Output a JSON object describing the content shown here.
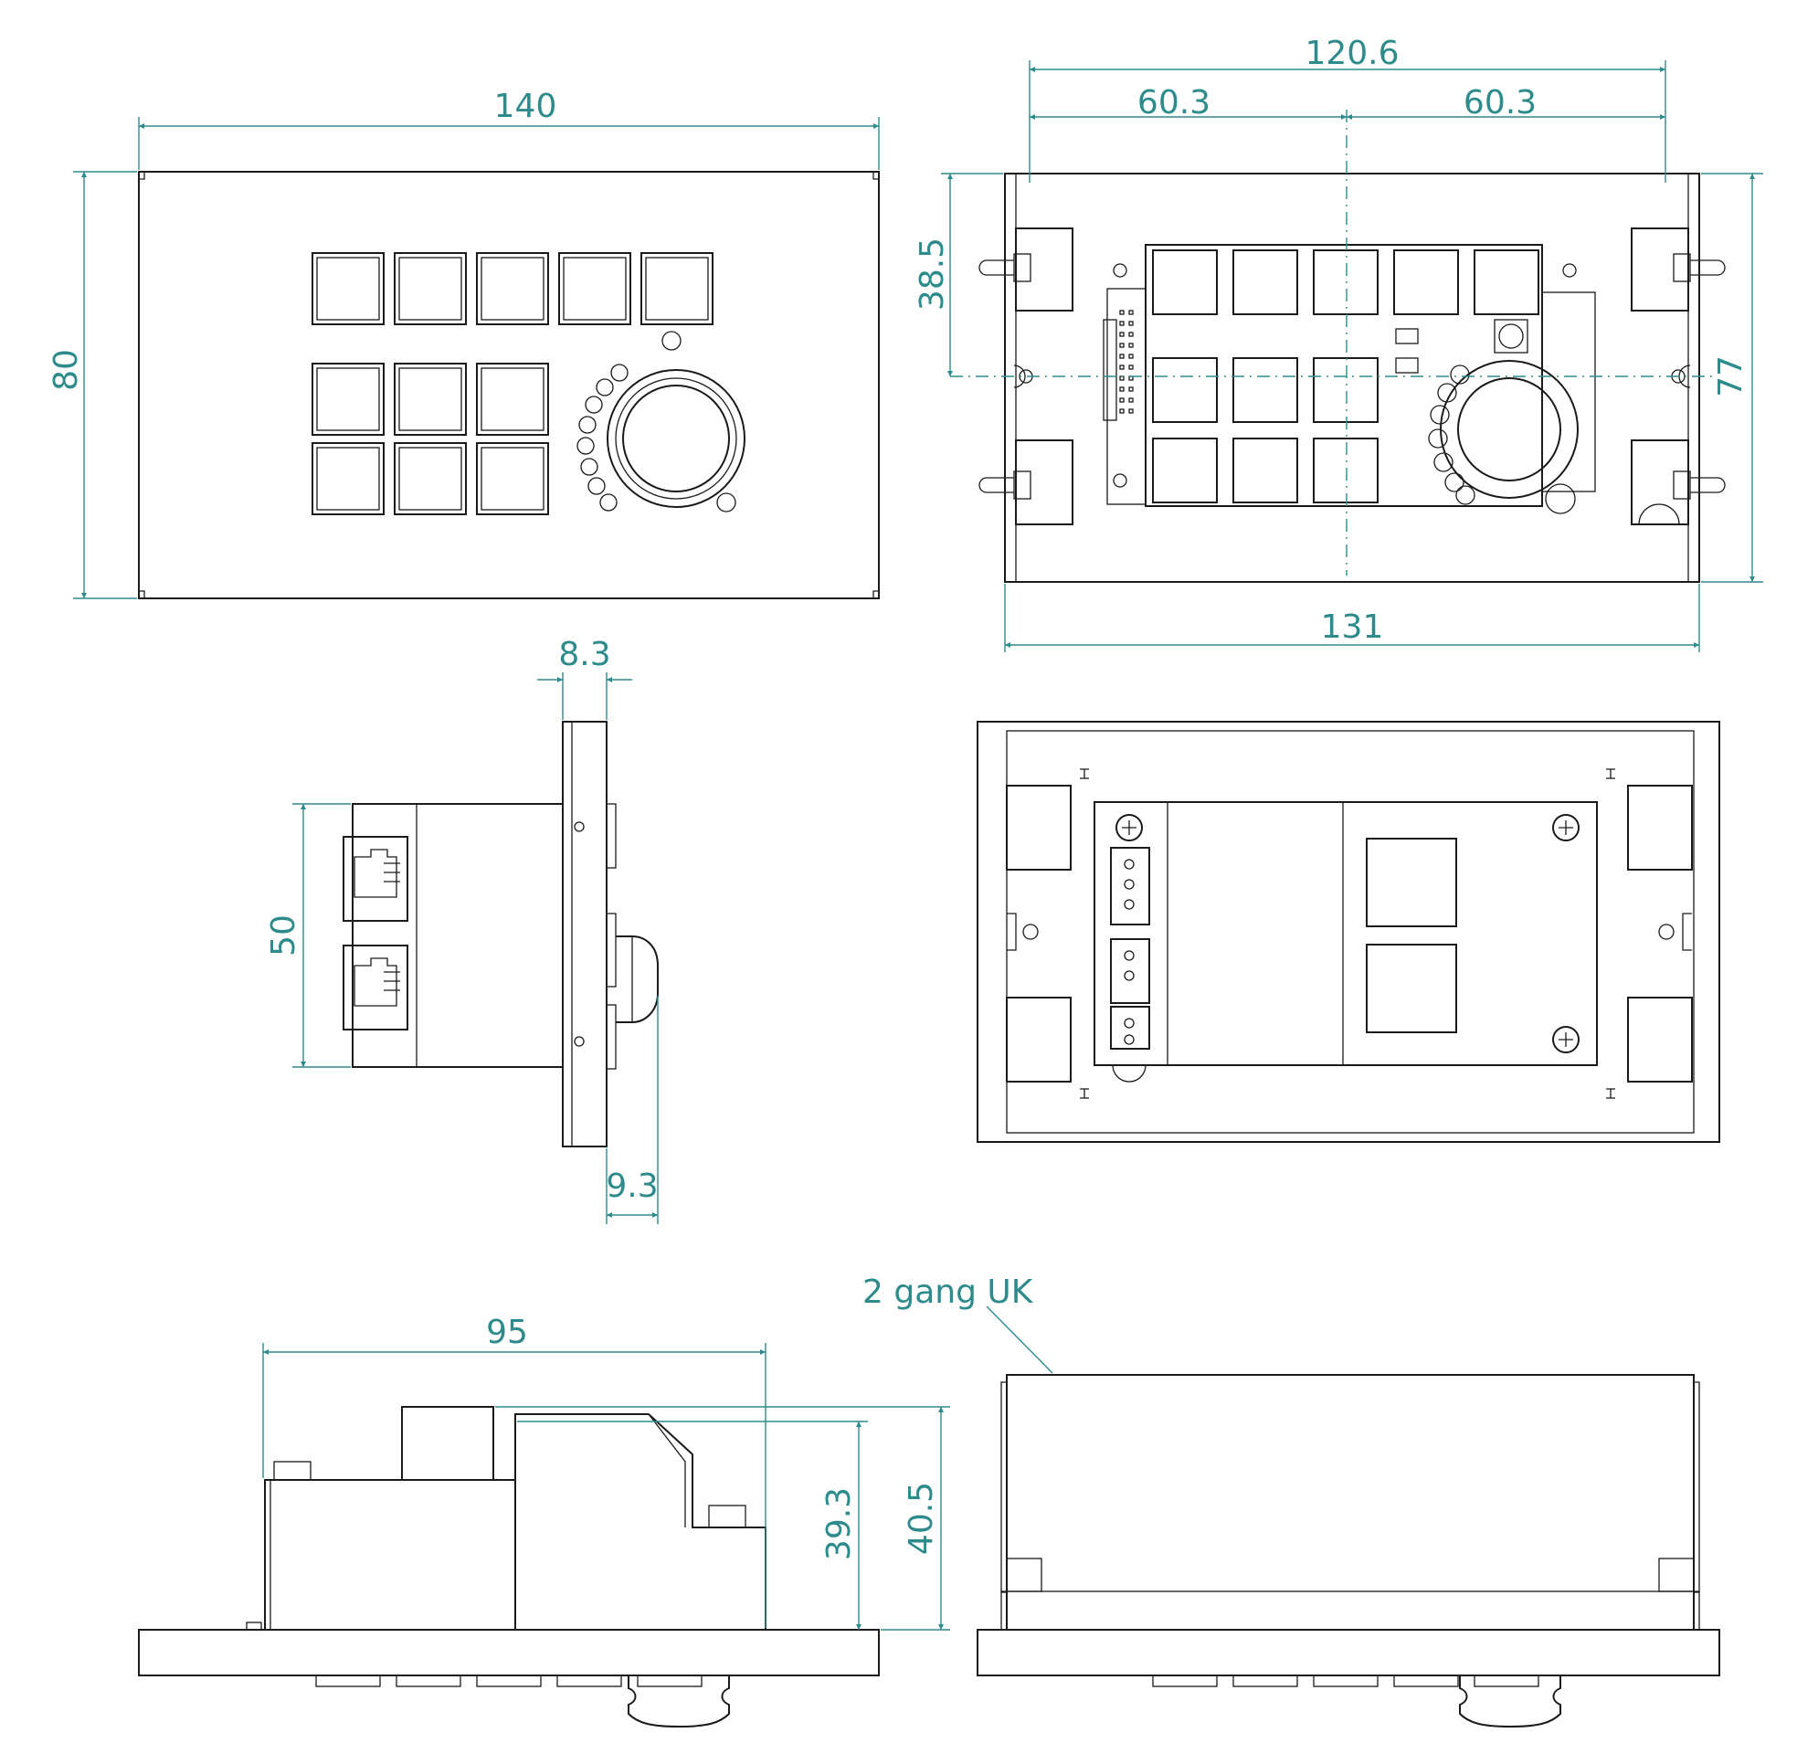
{
  "dimensions": {
    "front_width": "140",
    "front_height": "80",
    "back_overall": "120.6",
    "back_left_half": "60.3",
    "back_right_half": "60.3",
    "back_upper": "38.5",
    "back_height": "77",
    "back_width": "131",
    "side_plate": "8.3",
    "side_height": "50",
    "side_knob": "9.3",
    "bottom_depth": "95",
    "bottom_h1": "39.3",
    "bottom_h2": "40.5"
  },
  "labels": {
    "gang_note": "2 gang UK"
  },
  "colors": {
    "line": "#1a1a1a",
    "dimension": "#2e8b8b",
    "background": "#ffffff"
  }
}
